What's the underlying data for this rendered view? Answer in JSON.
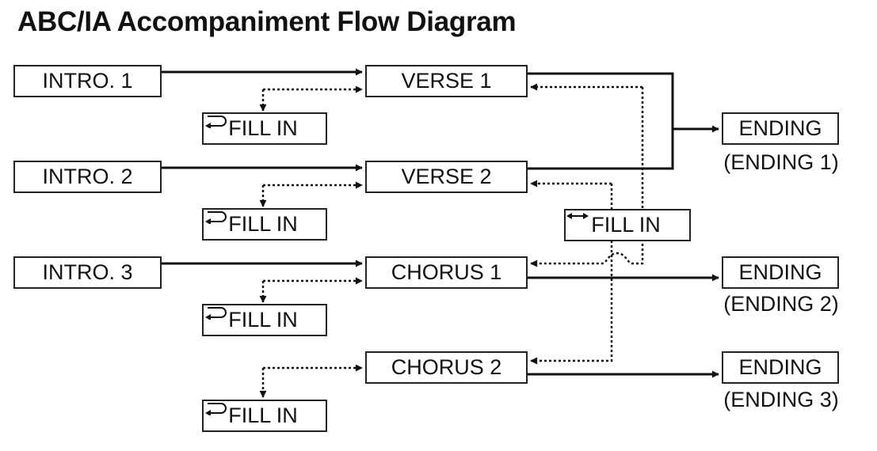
{
  "title": "ABC/IA Accompaniment Flow Diagram",
  "intros": [
    "INTRO. 1",
    "INTRO. 2",
    "INTRO. 3"
  ],
  "mains": [
    "VERSE 1",
    "VERSE 2",
    "CHORUS 1",
    "CHORUS 2"
  ],
  "fill_in_label": "FILL IN",
  "fill_in_loop_icon": "return-loop-icon",
  "fill_in_center_icon": "left-right-arrow-icon",
  "ending_label": "ENDING",
  "ending_captions": [
    "(ENDING 1)",
    "(ENDING 2)",
    "(ENDING 3)"
  ]
}
